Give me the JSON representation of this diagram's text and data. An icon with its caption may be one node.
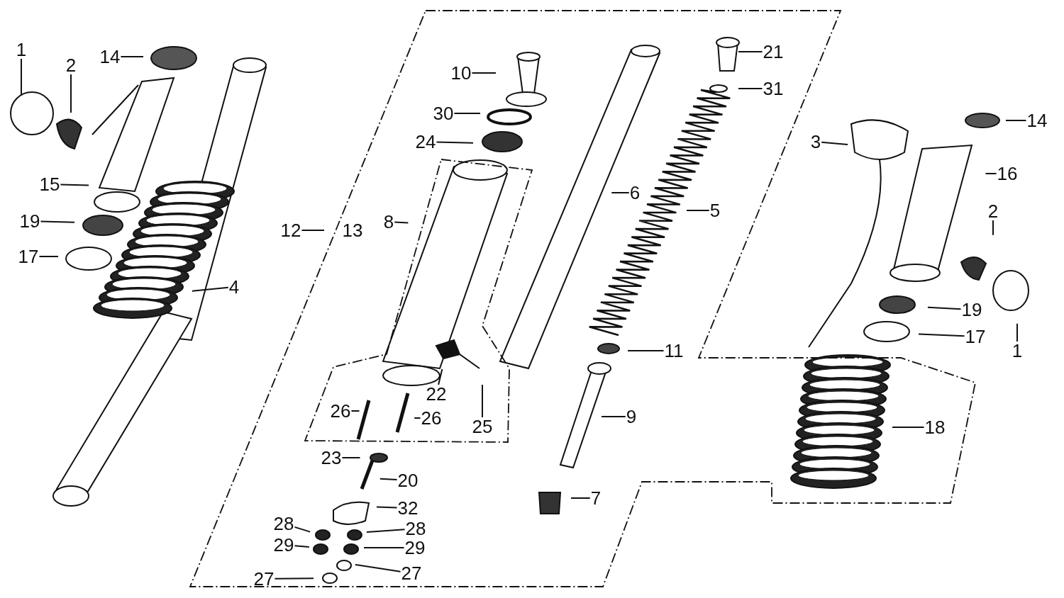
{
  "diagram": {
    "nodes": [
      {
        "text": [
          "1"
        ]
      },
      {
        "text": [
          "2"
        ]
      },
      {
        "text": [
          "14"
        ]
      },
      {
        "text": [
          "15"
        ]
      },
      {
        "text": [
          "19"
        ]
      },
      {
        "text": [
          "17"
        ]
      },
      {
        "text": [
          "4"
        ]
      },
      {
        "text": [
          "10"
        ]
      },
      {
        "text": [
          "30"
        ]
      },
      {
        "text": [
          "24"
        ]
      },
      {
        "text": [
          "12"
        ]
      },
      {
        "text": [
          "8"
        ]
      },
      {
        "text": [
          "6"
        ]
      },
      {
        "text": [
          "5"
        ]
      },
      {
        "text": [
          "21"
        ]
      },
      {
        "text": [
          "31"
        ]
      },
      {
        "text": [
          "11"
        ]
      },
      {
        "text": [
          "9"
        ]
      },
      {
        "text": [
          "7"
        ]
      },
      {
        "text": [
          "22"
        ]
      },
      {
        "text": [
          "25"
        ]
      },
      {
        "text": [
          "26"
        ]
      },
      {
        "text": [
          "26"
        ]
      },
      {
        "text": [
          "23"
        ]
      },
      {
        "text": [
          "20"
        ]
      },
      {
        "text": [
          "32"
        ]
      },
      {
        "text": [
          "28"
        ]
      },
      {
        "text": [
          "28"
        ]
      },
      {
        "text": [
          "29"
        ]
      },
      {
        "text": [
          "29"
        ]
      },
      {
        "text": [
          "27"
        ]
      },
      {
        "text": [
          "27"
        ]
      },
      {
        "text": [
          "3"
        ]
      },
      {
        "text": [
          "14"
        ]
      },
      {
        "text": [
          "16"
        ]
      },
      {
        "text": [
          "2"
        ]
      },
      {
        "text": [
          "19"
        ]
      },
      {
        "text": [
          "17"
        ]
      },
      {
        "text": [
          "1"
        ]
      },
      {
        "text": [
          "18"
        ]
      }
    ],
    "edges": [
      {
        "from": 0,
        "to": null,
        "arrow": "none"
      },
      {
        "from": 1,
        "to": null,
        "arrow": "none"
      },
      {
        "from": 2,
        "to": null,
        "arrow": "none"
      },
      {
        "from": 3,
        "to": null,
        "arrow": "none"
      },
      {
        "from": 4,
        "to": null,
        "arrow": "none"
      },
      {
        "from": 5,
        "to": null,
        "arrow": "none"
      },
      {
        "from": 6,
        "to": null,
        "arrow": "none"
      },
      {
        "from": 7,
        "to": null,
        "arrow": "none"
      },
      {
        "from": 8,
        "to": null,
        "arrow": "none"
      },
      {
        "from": 9,
        "to": null,
        "arrow": "none"
      },
      {
        "from": 10,
        "to": null,
        "arrow": "none"
      },
      {
        "from": 11,
        "to": null,
        "arrow": "none"
      },
      {
        "from": 12,
        "to": null,
        "arrow": "none"
      },
      {
        "from": 13,
        "to": null,
        "arrow": "none"
      },
      {
        "from": 14,
        "to": null,
        "arrow": "none"
      },
      {
        "from": 15,
        "to": null,
        "arrow": "none"
      },
      {
        "from": 16,
        "to": null,
        "arrow": "none"
      },
      {
        "from": 17,
        "to": null,
        "arrow": "none"
      },
      {
        "from": 18,
        "to": null,
        "arrow": "none"
      },
      {
        "from": 19,
        "to": null,
        "arrow": "none"
      },
      {
        "from": 20,
        "to": null,
        "arrow": "none"
      },
      {
        "from": 21,
        "to": null,
        "arrow": "none"
      },
      {
        "from": 22,
        "to": null,
        "arrow": "none"
      },
      {
        "from": 23,
        "to": null,
        "arrow": "none"
      },
      {
        "from": 24,
        "to": null,
        "arrow": "none"
      },
      {
        "from": 25,
        "to": null,
        "arrow": "none"
      },
      {
        "from": 26,
        "to": null,
        "arrow": "none"
      },
      {
        "from": 27,
        "to": null,
        "arrow": "none"
      },
      {
        "from": 28,
        "to": null,
        "arrow": "none"
      },
      {
        "from": 29,
        "to": null,
        "arrow": "none"
      },
      {
        "from": 30,
        "to": null,
        "arrow": "none"
      },
      {
        "from": 31,
        "to": null,
        "arrow": "none"
      },
      {
        "from": 32,
        "to": null,
        "arrow": "none"
      },
      {
        "from": 33,
        "to": null,
        "arrow": "none"
      },
      {
        "from": 34,
        "to": null,
        "arrow": "none"
      },
      {
        "from": 35,
        "to": null,
        "arrow": "none"
      },
      {
        "from": 36,
        "to": null,
        "arrow": "none"
      },
      {
        "from": 37,
        "to": null,
        "arrow": "none"
      },
      {
        "from": 38,
        "to": null,
        "arrow": "none"
      },
      {
        "from": 39,
        "to": null,
        "arrow": "none"
      }
    ],
    "labels": [
      "13"
    ]
  }
}
